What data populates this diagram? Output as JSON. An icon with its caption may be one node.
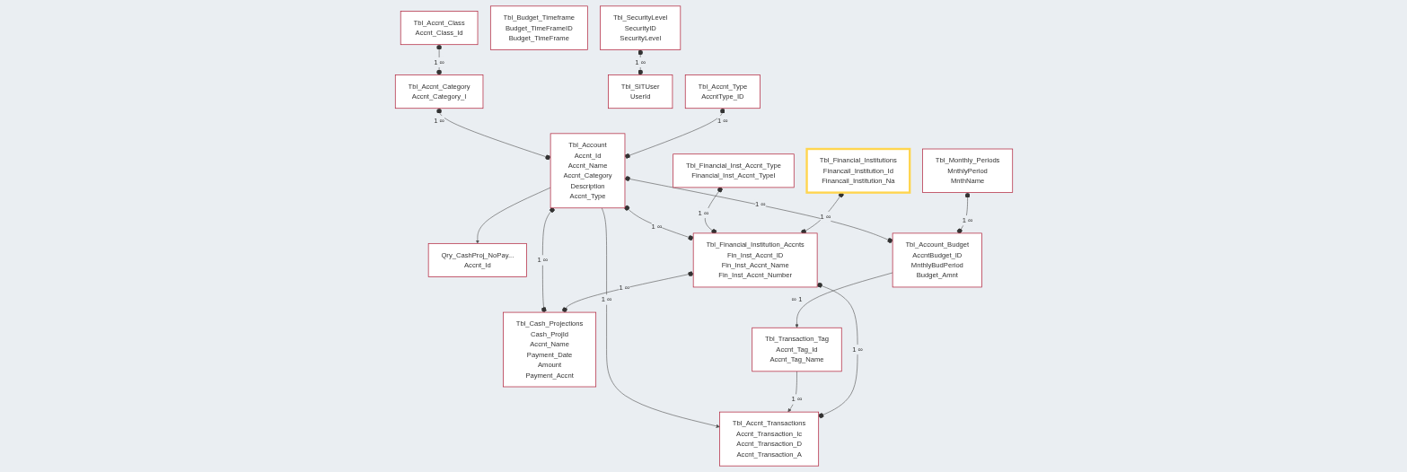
{
  "diagram": {
    "nodes": [
      {
        "text": [
          "Tbl_Accnt_Class",
          "Accnt_Class_Id"
        ]
      },
      {
        "text": [
          "Tbl_Accnt_Category",
          "Accnt_Category_I"
        ]
      },
      {
        "text": [
          "Tbl_Budget_Timeframe",
          "Budget_TimeFrameID",
          "Budget_TimeFrame"
        ]
      },
      {
        "text": [
          "Qry_CashProj_NoPay...",
          "Accnt_Id"
        ]
      },
      {
        "text": [
          "Tbl_SecurityLevel",
          "SecurityID",
          "SecurityLevel"
        ]
      },
      {
        "text": [
          "Tbl_SITUser",
          "UserId"
        ]
      },
      {
        "text": [
          "Tbl_Accnt_Type",
          "AccntType_ID"
        ]
      },
      {
        "text": [
          "Tbl_Cash_Projections",
          "Cash_ProjId",
          "Accnt_Name",
          "Payment_Date",
          "Amount",
          "Payment_Accnt"
        ]
      },
      {
        "text": [
          "Tbl_Account",
          "Accnt_Id",
          "Accnt_Name",
          "Accnt_Category",
          "Description",
          "Accnt_Type"
        ]
      },
      {
        "text": [
          "Tbl_Financial_Inst_Accnt_Type",
          "Financial_Inst_Accnt_TypeI"
        ]
      },
      {
        "text": [
          "Tbl_Monthly_Periods",
          "MnthlyPeriod",
          "MnthName"
        ]
      },
      {
        "text": [
          "Tbl_Account_Budget",
          "AccntBudget_ID",
          "MnthlyBudPeriod",
          "Budget_Amnt"
        ]
      },
      {
        "text": [
          "Tbl_Financial_Institutions",
          "Financail_Institution_Id",
          "Financail_Institution_Na"
        ]
      },
      {
        "text": [
          "Tbl_Financial_Institution_Accnts",
          "Fin_Inst_Accnt_ID",
          "Fin_Inst_Accnt_Name",
          "Fin_Inst_Accnt_Number"
        ]
      },
      {
        "text": [
          "Tbl_Transaction_Tag",
          "Accnt_Tag_Id",
          "Accnt_Tag_Name"
        ]
      },
      {
        "text": [
          "Tbl_Accnt_Transactions",
          "Accnt_Transaction_Ic",
          "Accnt_Transaction_D",
          "Accnt_Transaction_A"
        ]
      }
    ],
    "edges": [
      {
        "from": 0,
        "to": 1,
        "arrow": "other",
        "label": "1 ∞"
      },
      {
        "from": 1,
        "to": 8,
        "arrow": "other",
        "label": "1 ∞"
      },
      {
        "from": 6,
        "to": 8,
        "arrow": "other",
        "label": "1 ∞"
      },
      {
        "from": 8,
        "to": 11,
        "arrow": "other",
        "label": "1 ∞"
      },
      {
        "from": 10,
        "to": 11,
        "arrow": "other",
        "label": "1 ∞"
      },
      {
        "from": 11,
        "to": 14,
        "arrow": "to",
        "label": "∞ 1"
      },
      {
        "from": 8,
        "to": 3,
        "arrow": "to"
      },
      {
        "from": 8,
        "to": 7,
        "arrow": "other",
        "label": "1 ∞"
      },
      {
        "from": 8,
        "to": 13,
        "arrow": "other",
        "label": "1 ∞"
      },
      {
        "from": 8,
        "to": 15,
        "arrow": "to",
        "label": "1 ∞"
      },
      {
        "from": 14,
        "to": 15,
        "arrow": "to",
        "label": "1 ∞"
      },
      {
        "from": 13,
        "to": 7,
        "arrow": "other",
        "label": "1 ∞"
      },
      {
        "from": 13,
        "to": 15,
        "arrow": "other",
        "label": "1 ∞"
      },
      {
        "from": 4,
        "to": 5,
        "arrow": "other",
        "label": "1 ∞"
      },
      {
        "from": 9,
        "to": 13,
        "arrow": "other",
        "label": "1 ∞"
      },
      {
        "from": 12,
        "to": 13,
        "arrow": "other",
        "label": "1 ∞"
      }
    ]
  }
}
